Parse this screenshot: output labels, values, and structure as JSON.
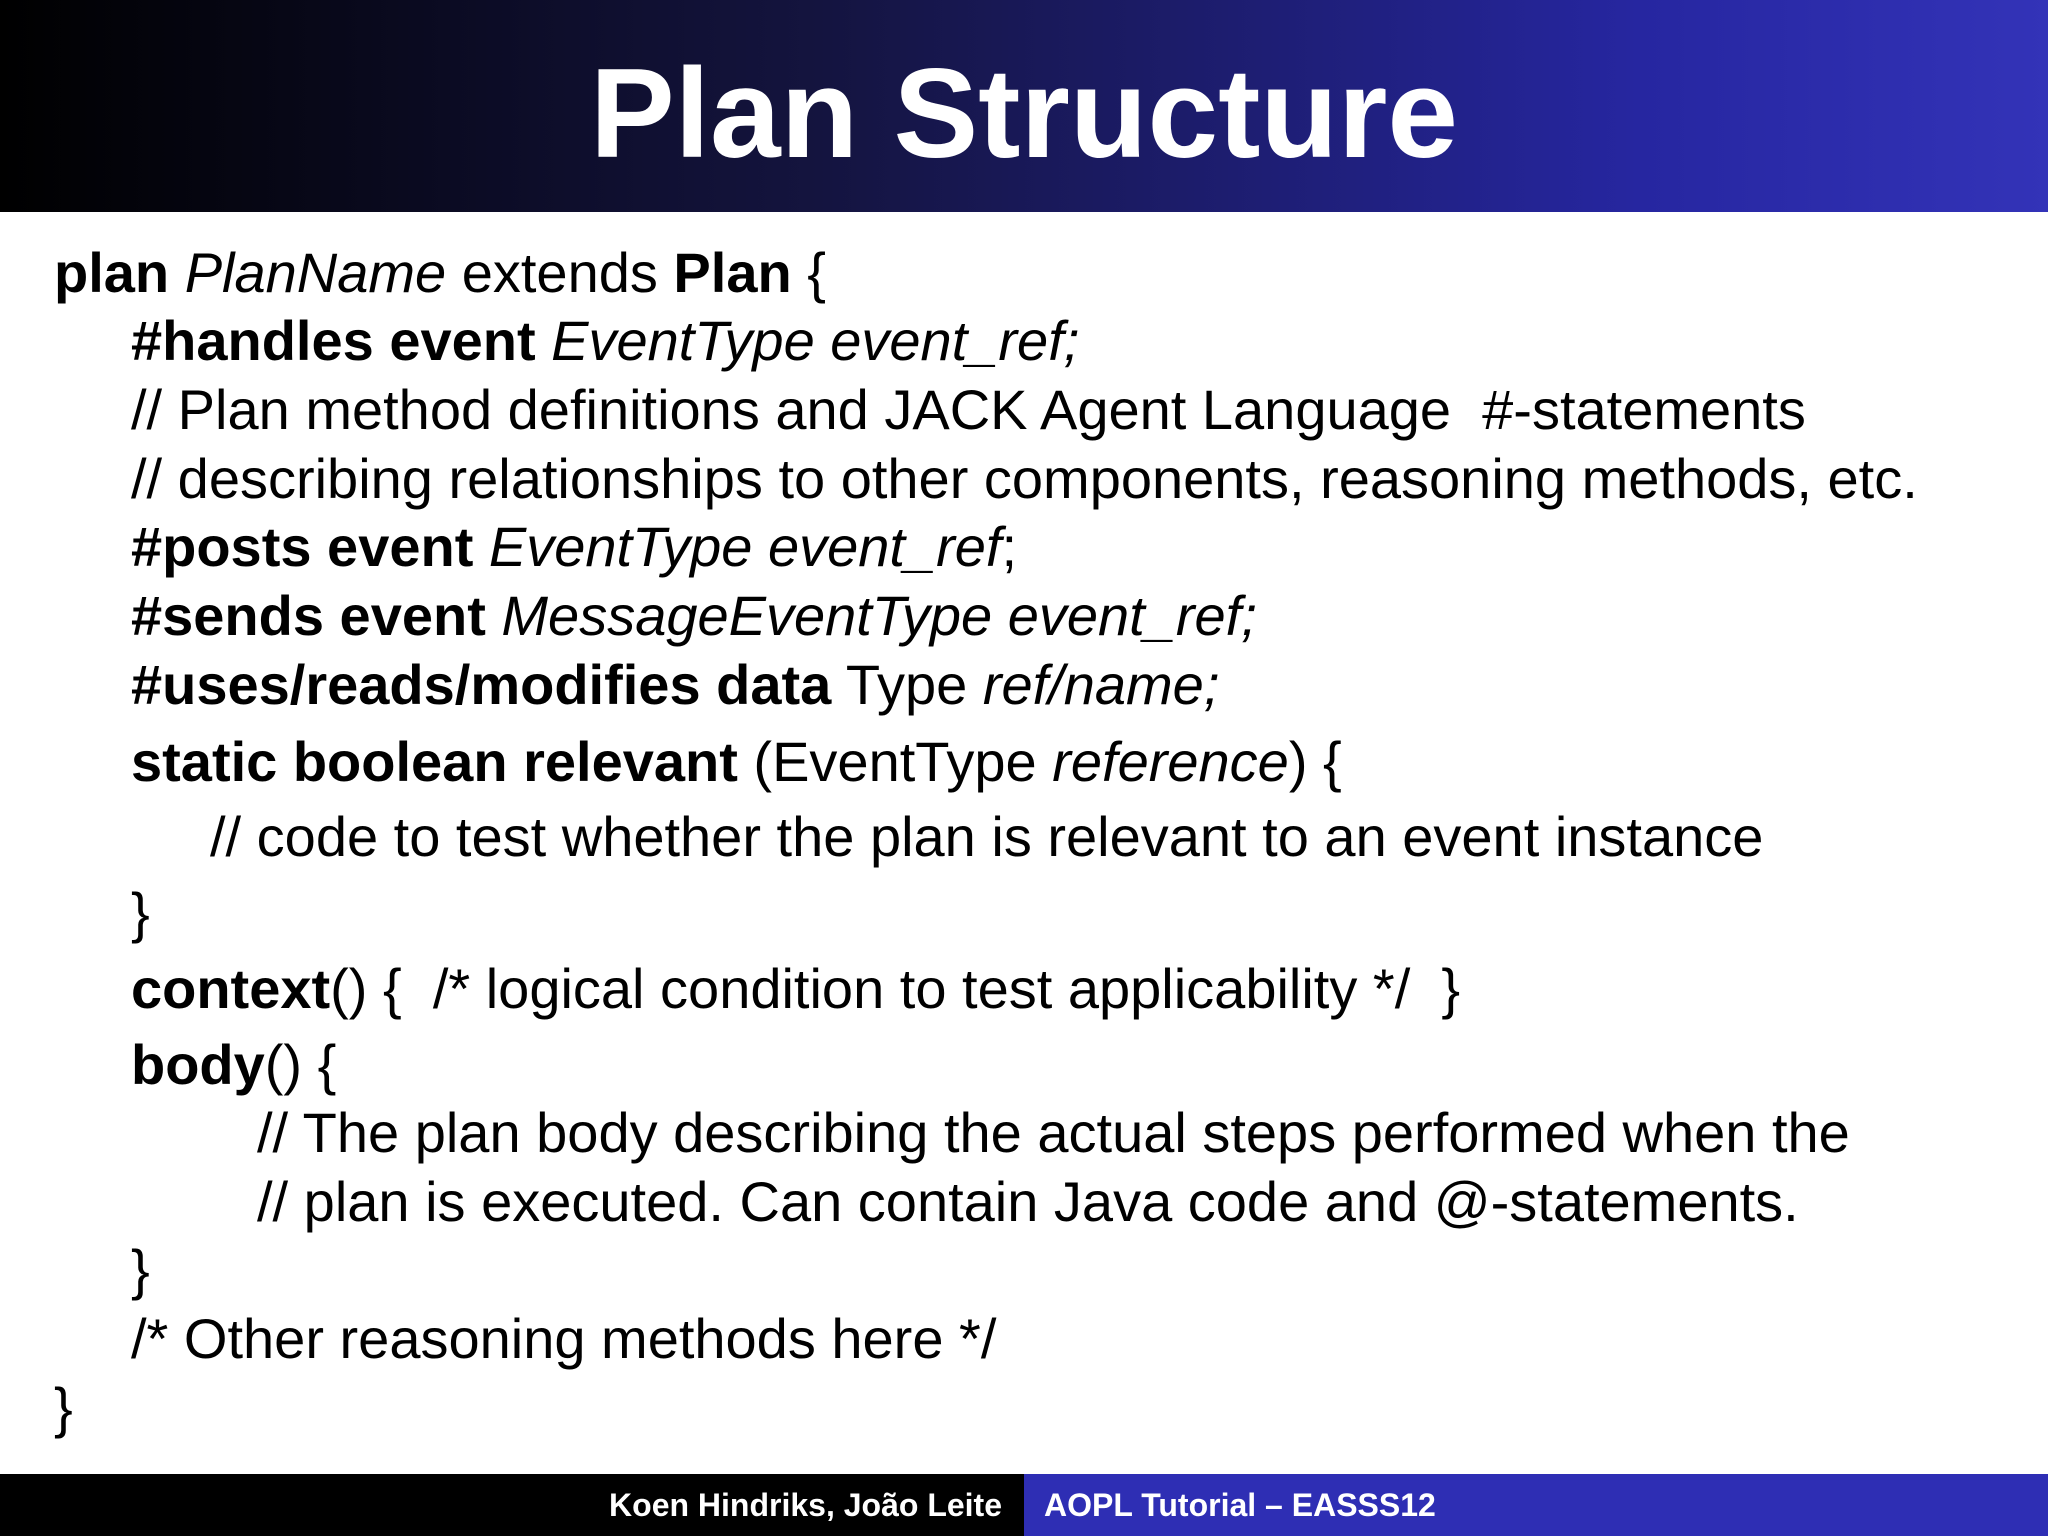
{
  "slide": {
    "title": "Plan Structure"
  },
  "code": {
    "l1": {
      "kw": "plan",
      "name": "PlanName",
      "extends": " extends ",
      "plan": "Plan",
      "brace": " {"
    },
    "l2": {
      "kw": "#handles event",
      "type": " EventType event_ref;"
    },
    "l3": {
      "text": "// Plan method definitions and JACK Agent Language  #-statements"
    },
    "l4": {
      "text": "// describing relationships to other components, reasoning methods, etc."
    },
    "l5": {
      "kw": "#posts event",
      "type": " EventType event_ref",
      "end": ";"
    },
    "l6": {
      "kw": "#sends event",
      "type": " MessageEventType event_ref;"
    },
    "l7": {
      "kw": "#uses/reads/modifies data",
      "type": " Type ",
      "ref": "ref/name;"
    },
    "l8": {
      "kw": "static boolean relevant",
      "open": " (EventType ",
      "ref": "reference",
      "close": ") {"
    },
    "l9": {
      "text": "// code to test whether the plan is relevant to an event instance"
    },
    "l10": {
      "text": "}"
    },
    "l11": {
      "kw": "context",
      "rest": "() {  /* logical condition to test applicability */  }"
    },
    "l12": {
      "kw": "body",
      "rest": "() {"
    },
    "l13": {
      "text": "// The plan body describing the actual steps performed when the"
    },
    "l14": {
      "text": "// plan is executed. Can contain Java code and @-statements."
    },
    "l15": {
      "text": "}"
    },
    "l16": {
      "text": "/* Other reasoning methods here */"
    },
    "l17": {
      "text": "}"
    }
  },
  "footer": {
    "authors": "Koen Hindriks, João Leite",
    "event": "AOPL Tutorial – EASSS12"
  },
  "colors": {
    "title_gradient_start": "#000000",
    "title_gradient_end": "#3333b8",
    "footer_left": "#000000",
    "footer_right": "#2e2eb4",
    "text": "#000000",
    "title_text": "#ffffff"
  }
}
